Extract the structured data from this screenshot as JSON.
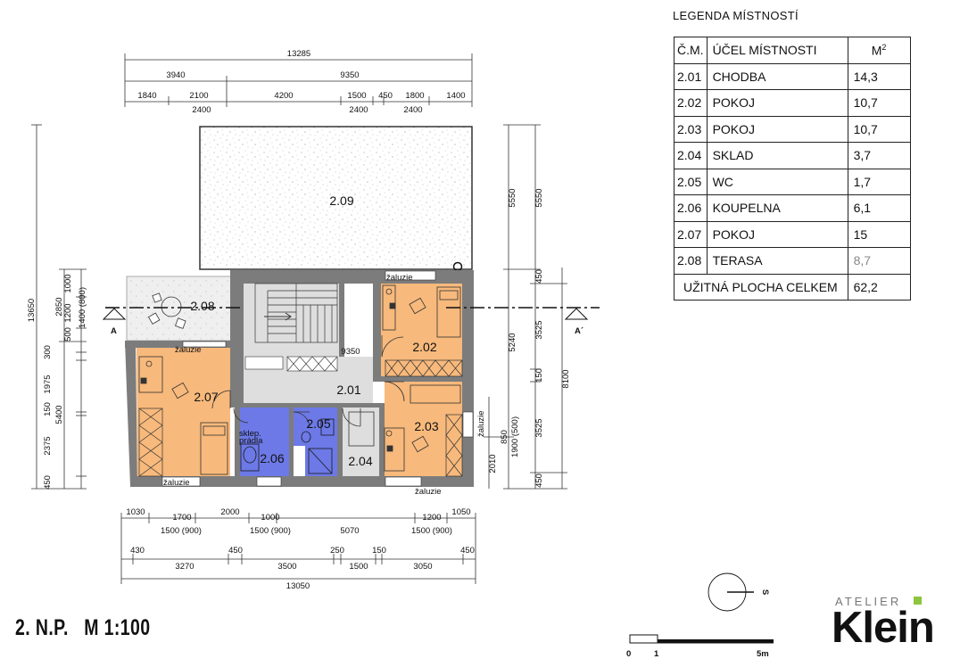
{
  "legend": {
    "title": "LEGENDA MÍSTNOSTÍ",
    "headers": {
      "num": "Č.M.",
      "purpose": "ÚČEL MÍSTNOSTI",
      "area": "M",
      "area_sup": "2"
    },
    "rows": [
      {
        "num": "2.01",
        "purpose": "CHODBA",
        "area": "14,3"
      },
      {
        "num": "2.02",
        "purpose": "POKOJ",
        "area": "10,7"
      },
      {
        "num": "2.03",
        "purpose": "POKOJ",
        "area": "10,7"
      },
      {
        "num": "2.04",
        "purpose": "SKLAD",
        "area": "3,7"
      },
      {
        "num": "2.05",
        "purpose": "WC",
        "area": "1,7"
      },
      {
        "num": "2.06",
        "purpose": "KOUPELNA",
        "area": "6,1"
      },
      {
        "num": "2.07",
        "purpose": "POKOJ",
        "area": "15"
      },
      {
        "num": "2.08",
        "purpose": "TERASA",
        "area": "8,7"
      }
    ],
    "total_label": "UŽITNÁ PLOCHA CELKEM",
    "total_value": "62,2"
  },
  "rooms": {
    "r201": "2.01",
    "r202": "2.02",
    "r203": "2.03",
    "r204": "2.04",
    "r205": "2.05",
    "r206": "2.06",
    "r207": "2.07",
    "r208": "2.08",
    "r209": "2.09"
  },
  "dims_top": {
    "total": "13285",
    "r2a": "3940",
    "r2b": "9350",
    "r3": [
      "1840",
      "2100",
      "4200",
      "1500",
      "450",
      "1800",
      "1400"
    ],
    "r4": [
      "2400",
      "2400",
      "2400"
    ]
  },
  "dims_bottom": {
    "r1": [
      "1030",
      "1700",
      "2000",
      "1000",
      "1200",
      "1050"
    ],
    "r1b": [
      "1500 (900)",
      "1500 (900)",
      "5070",
      "1500 (900)"
    ],
    "r2": [
      "430",
      "450",
      "250",
      "150",
      "450"
    ],
    "r2b": [
      "3270",
      "3500",
      "1500",
      "3050"
    ],
    "total": "13050"
  },
  "dims_left": {
    "total": "13650",
    "c2": [
      "5400",
      "2850"
    ],
    "c3": [
      "450",
      "2375",
      "150",
      "1975",
      "300",
      "500",
      "1200",
      "1000"
    ],
    "c4": "1400 (800)"
  },
  "dims_right": {
    "c1": [
      "5550",
      "2010",
      "850",
      "1900 (500)"
    ],
    "c2": [
      "5240"
    ],
    "c3": [
      "5550",
      "450",
      "3525",
      "150",
      "3525",
      "450"
    ],
    "c4": [
      "8100"
    ]
  },
  "labels": {
    "zaluzie": "žaluzie",
    "corridor_dim": "9350",
    "section_left": "A",
    "section_right": "A´",
    "shower_text_1": "sklep.",
    "shower_text_2": "prádla"
  },
  "sheet_title": "2. N.P.   M 1:100",
  "scale": {
    "zero": "0",
    "one": "1",
    "five": "5m"
  },
  "north": "S",
  "logo": {
    "small": "ATELIER",
    "big": "Klein"
  },
  "colors": {
    "orange": "#f7b97c",
    "blue": "#6c79e6",
    "grey": "#dedede",
    "wall": "#7c7c7c",
    "terrace": "#eeeeee",
    "accent": "#8cc63f"
  }
}
